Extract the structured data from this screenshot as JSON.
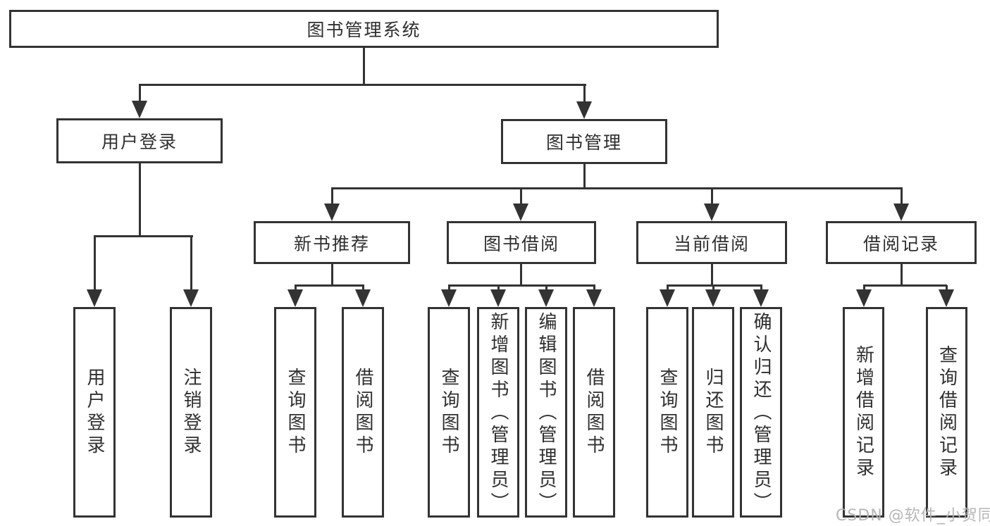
{
  "diagram_type": "hierarchy-tree",
  "colors": {
    "line": "#333333",
    "node_border": "#333333",
    "node_text": "#2f2f2f",
    "background": "#ffffff",
    "watermark_text": "#b2b2b2"
  },
  "tree": {
    "label": "图书管理系统",
    "children": [
      {
        "label": "用户登录",
        "children": [
          {
            "label": "用户登录"
          },
          {
            "label": "注销登录"
          }
        ]
      },
      {
        "label": "图书管理",
        "children": [
          {
            "label": "新书推荐",
            "children": [
              {
                "label": "查询图书"
              },
              {
                "label": "借阅图书"
              }
            ]
          },
          {
            "label": "图书借阅",
            "children": [
              {
                "label": "查询图书"
              },
              {
                "label": "新增图书（管理员）"
              },
              {
                "label": "编辑图书（管理员）"
              },
              {
                "label": "借阅图书"
              }
            ]
          },
          {
            "label": "当前借阅",
            "children": [
              {
                "label": "查询图书"
              },
              {
                "label": "归还图书"
              },
              {
                "label": "确认归还（管理员）"
              }
            ]
          },
          {
            "label": "借阅记录",
            "children": [
              {
                "label": "新增借阅记录"
              },
              {
                "label": "查询借阅记录"
              }
            ]
          }
        ]
      }
    ]
  },
  "watermark": "CSDN @软件_小贺同学"
}
